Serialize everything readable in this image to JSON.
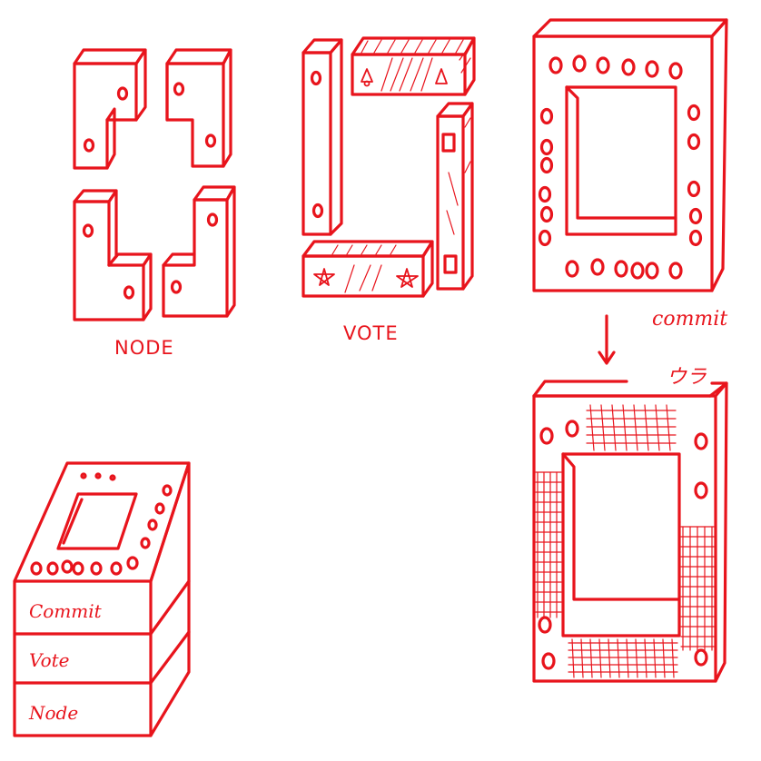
{
  "colors": {
    "ink": "#e8141c",
    "background": "#ffffff"
  },
  "labels": {
    "node": "NODE",
    "vote": "VOTE",
    "commit": "commit",
    "corner_note": "ウラ",
    "stack_commit": "Commit",
    "stack_vote": "Vote",
    "stack_node": "Node"
  }
}
